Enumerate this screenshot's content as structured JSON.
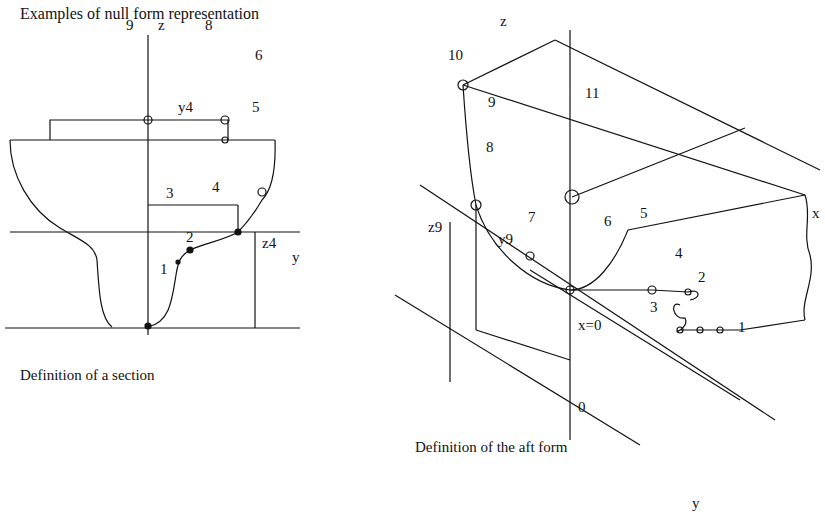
{
  "diagram": {
    "title": "Examples of null form representation",
    "labels": [
      "9",
      "z",
      "8",
      "6",
      "y4",
      "5",
      "4",
      "3",
      "z4",
      "2",
      "1",
      "y",
      "Definition of a section",
      "10",
      "z",
      "11",
      "9",
      "z9",
      "8",
      "7",
      "y9",
      "6",
      "5",
      "4",
      "x",
      "2",
      "3",
      "1",
      "x=0",
      "0",
      "Definition of the aft form",
      "y"
    ]
  }
}
